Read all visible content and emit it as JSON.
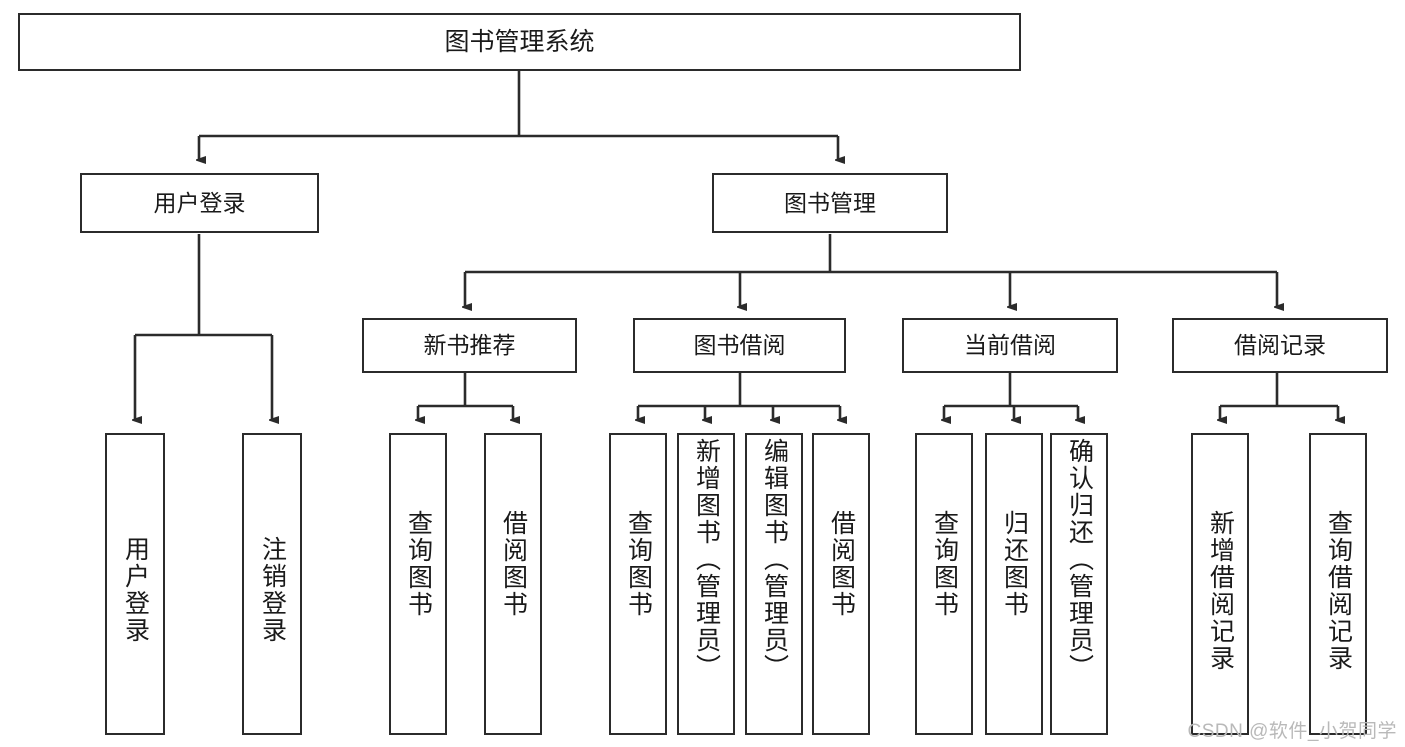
{
  "diagram": {
    "title": "图书管理系统",
    "type": "tree-hierarchy-chart",
    "colors": {
      "box_border": "#2b2b2b",
      "box_fill": "#ffffff",
      "connector": "#2b2b2b",
      "text": "#1a1a1a",
      "watermark": "#b9b9b9"
    },
    "root": {
      "label": "图书管理系统"
    },
    "level2": [
      {
        "label": "用户登录"
      },
      {
        "label": "图书管理"
      }
    ],
    "level3": [
      {
        "label": "新书推荐"
      },
      {
        "label": "图书借阅"
      },
      {
        "label": "当前借阅"
      },
      {
        "label": "借阅记录"
      }
    ],
    "leaves": {
      "user_login": [
        {
          "label": "用户登录"
        },
        {
          "label": "注销登录"
        }
      ],
      "new_book_recommend": [
        {
          "label": "查询图书"
        },
        {
          "label": "借阅图书"
        }
      ],
      "book_borrow": [
        {
          "label": "查询图书"
        },
        {
          "label": "新增图书（管理员）"
        },
        {
          "label": "编辑图书（管理员）"
        },
        {
          "label": "借阅图书"
        }
      ],
      "current_borrow": [
        {
          "label": "查询图书"
        },
        {
          "label": "归还图书"
        },
        {
          "label": "确认归还（管理员）"
        }
      ],
      "borrow_record": [
        {
          "label": "新增借阅记录"
        },
        {
          "label": "查询借阅记录"
        }
      ]
    },
    "watermark": "CSDN @软件_小贺同学"
  }
}
